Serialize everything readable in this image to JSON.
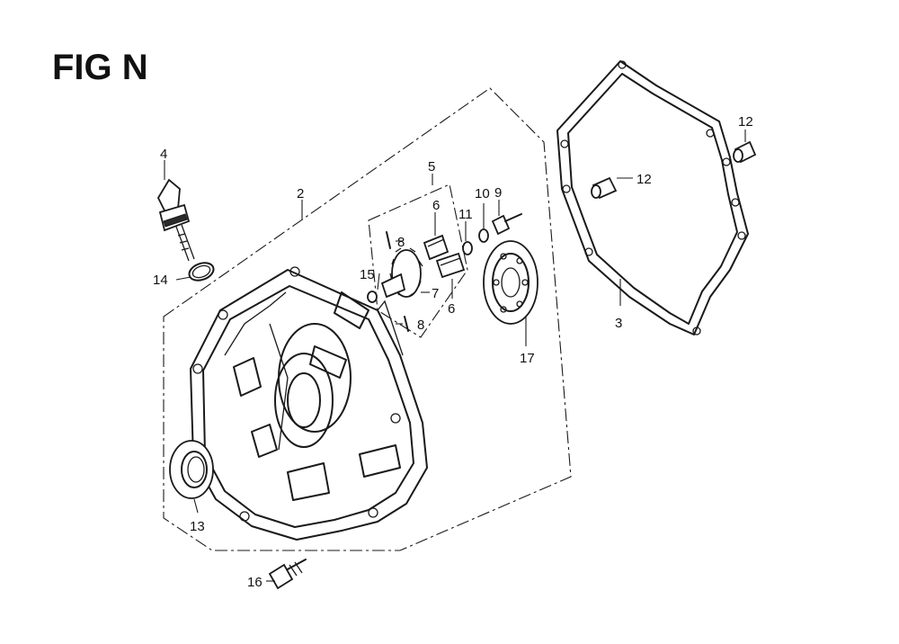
{
  "figure": {
    "title": "FIG N"
  },
  "callouts": {
    "c2": "2",
    "c3": "3",
    "c4": "4",
    "c5": "5",
    "c6a": "6",
    "c6b": "6",
    "c7": "7",
    "c8a": "8",
    "c8b": "8",
    "c9": "9",
    "c10": "10",
    "c11": "11",
    "c12a": "12",
    "c12b": "12",
    "c13": "13",
    "c14": "14",
    "c15": "15",
    "c16": "16",
    "c17": "17"
  }
}
